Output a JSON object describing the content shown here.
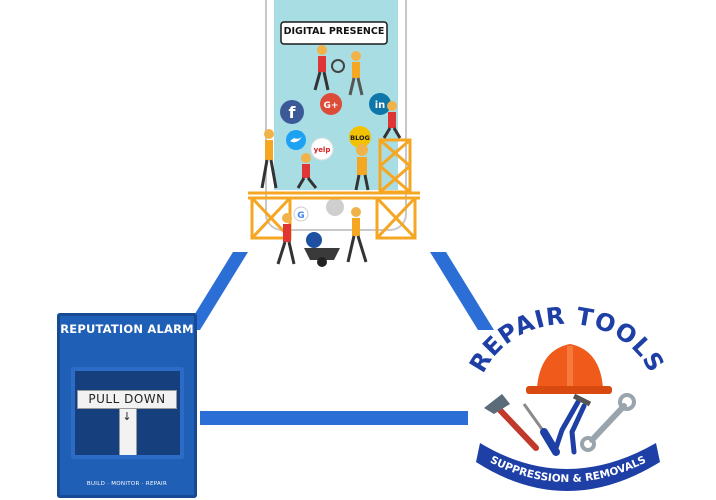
{
  "phone": {
    "banner_text": "DIGITAL PRESENCE",
    "social_icons": [
      {
        "name": "facebook-icon",
        "glyph": "f",
        "color": "#3b5998"
      },
      {
        "name": "google-plus-icon",
        "glyph": "G+",
        "color": "#dd4b39"
      },
      {
        "name": "linkedin-icon",
        "glyph": "in",
        "color": "#0e76a8"
      },
      {
        "name": "twitter-icon",
        "glyph": "🐦",
        "color": "#1da1f2"
      },
      {
        "name": "yelp-icon",
        "glyph": "yelp",
        "color": "#d32323"
      },
      {
        "name": "blog-icon",
        "glyph": "BLOG",
        "color": "#f2c200"
      },
      {
        "name": "google-icon",
        "glyph": "G",
        "color": "#4285f4"
      }
    ],
    "screen_color": "#a9dde4",
    "scaffold_color": "#f5a623"
  },
  "alarm": {
    "title": "REPUTATION ALARM",
    "handle_text": "PULL DOWN",
    "footer_text": "BUILD · MONITOR · REPAIR",
    "body_color": "#1f5fb5"
  },
  "repair": {
    "title": "REPAIR TOOLS",
    "ribbon_text": "SUPPRESSION & REMOVALS",
    "brand_color": "#1d3fa6",
    "helmet_color": "#f05a1a"
  },
  "connector_color": "#2b6fd6"
}
